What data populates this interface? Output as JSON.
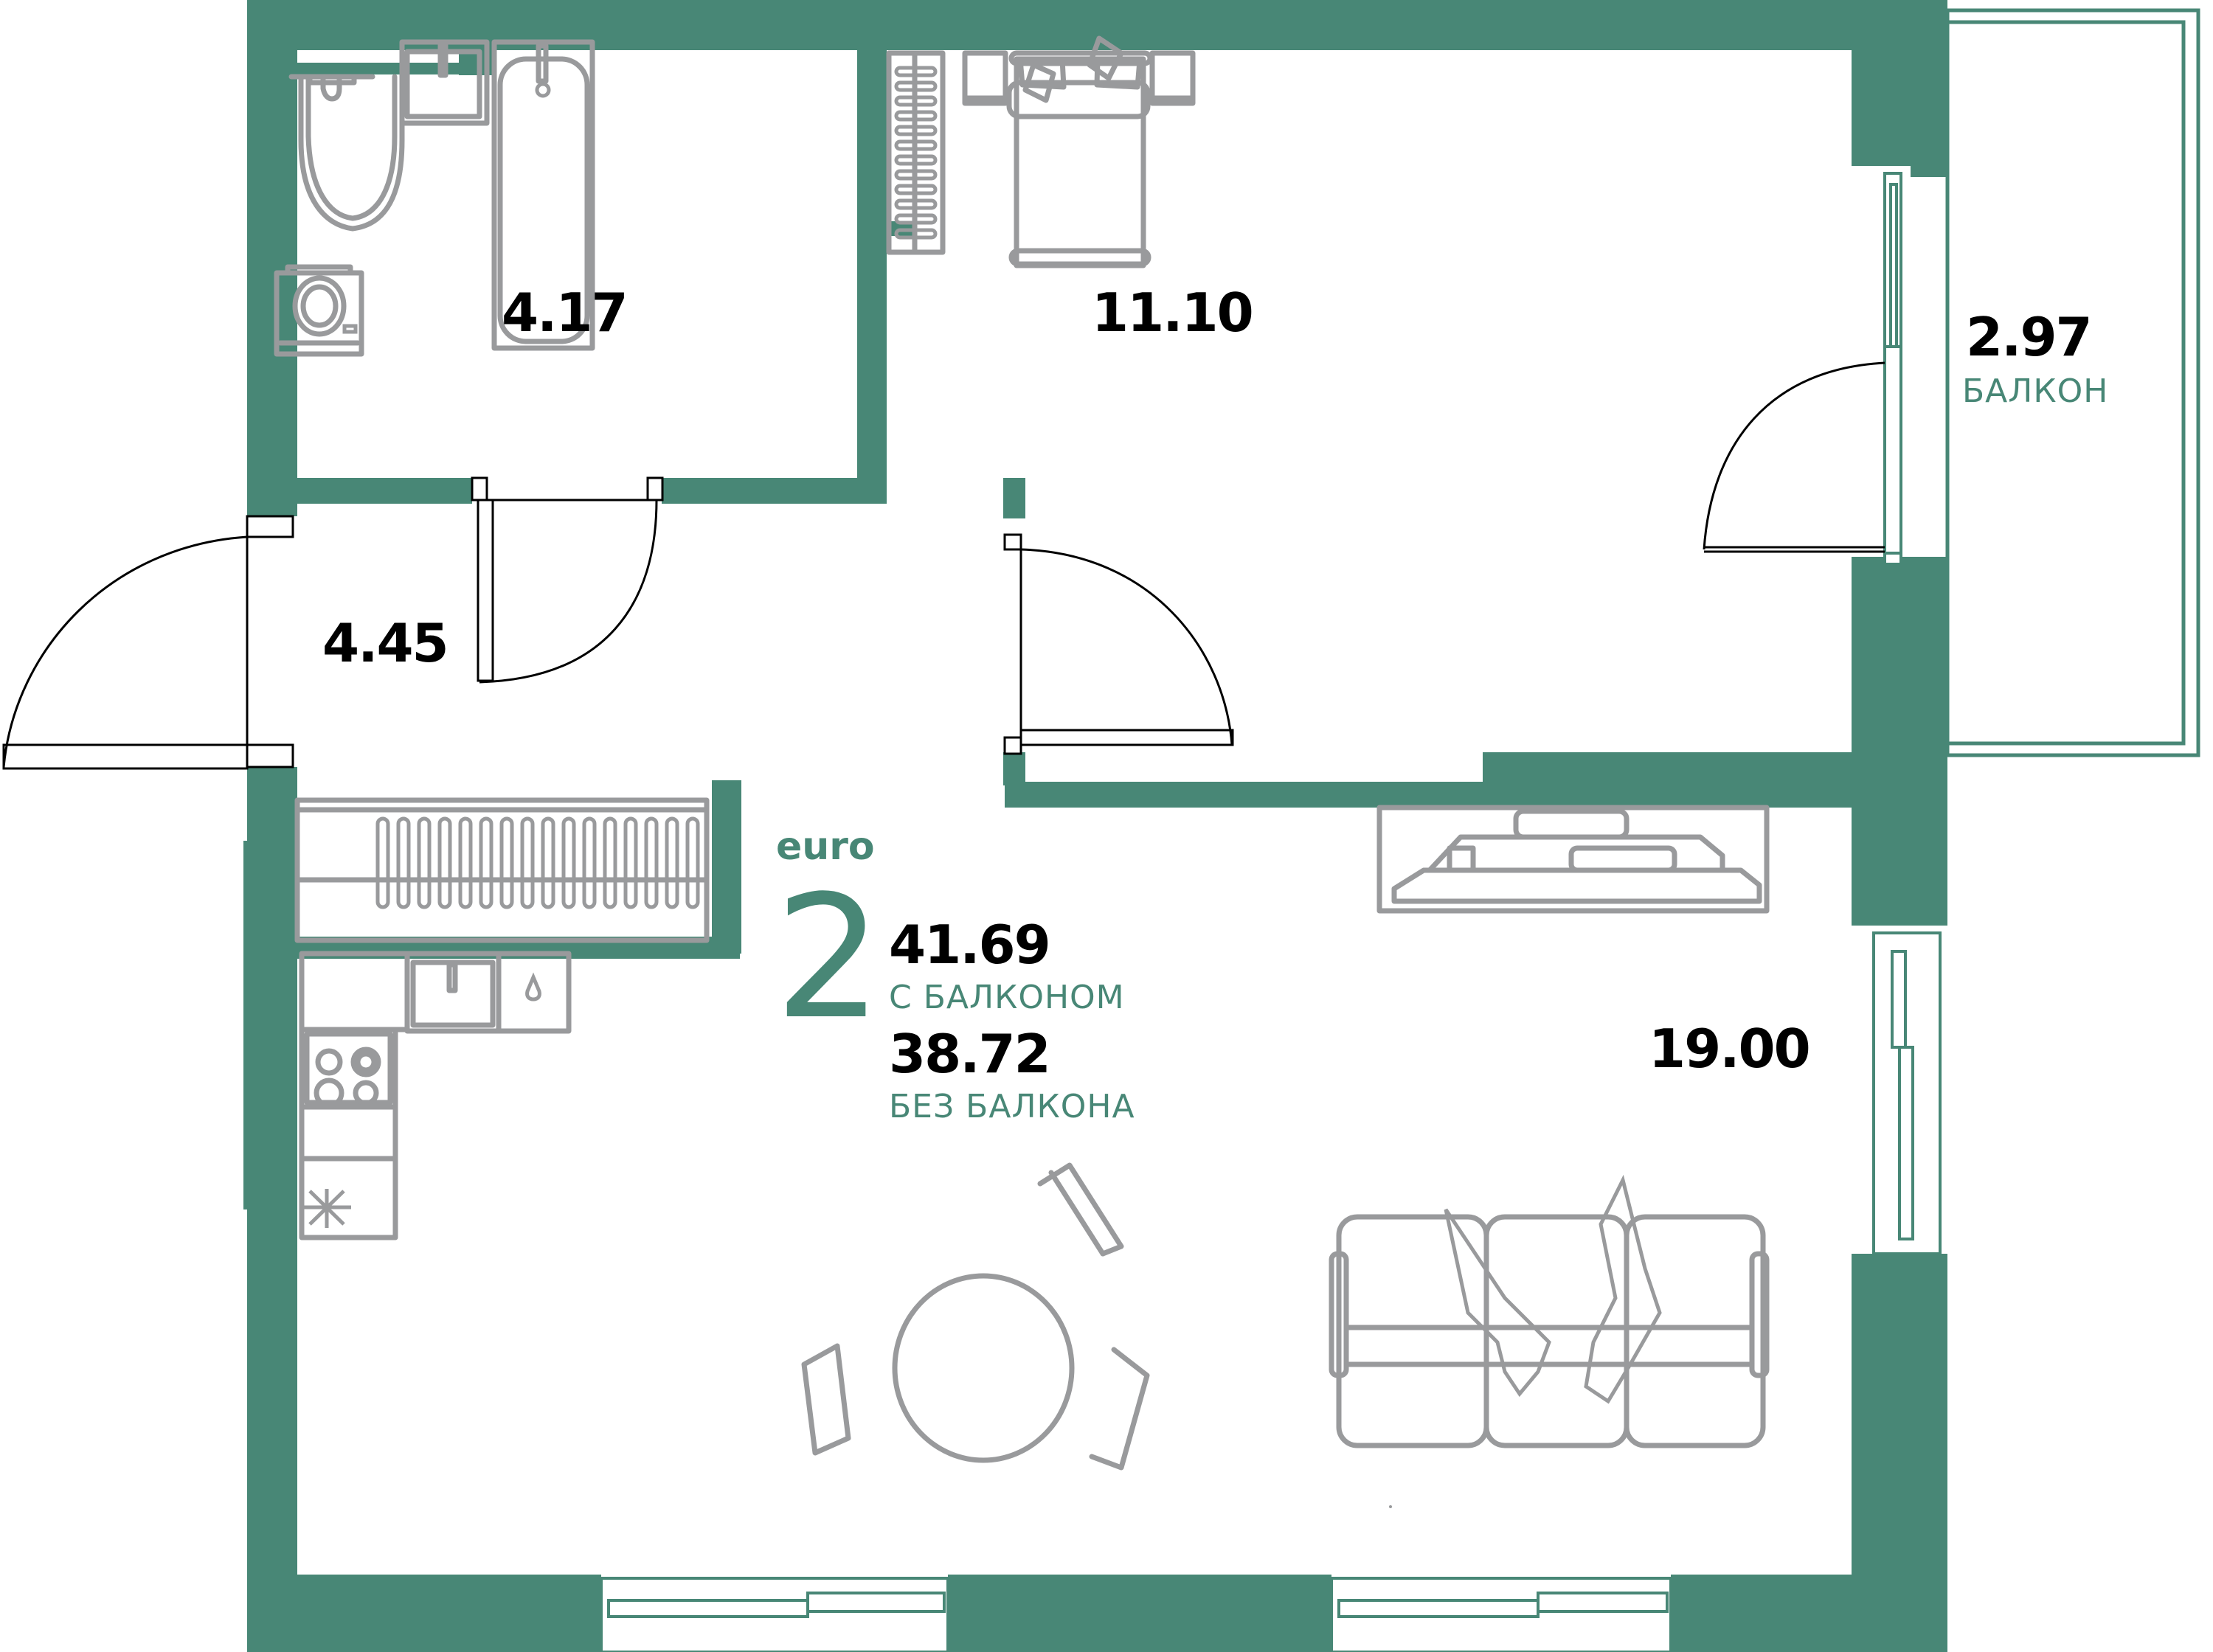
{
  "plan": {
    "type": "euro",
    "rooms_count": "2",
    "wall_color": "#488776",
    "furniture_color": "#999a9c"
  },
  "totals": {
    "with_balcony_area": "41.69",
    "with_balcony_caption": "С БАЛКОНОМ",
    "without_balcony_area": "38.72",
    "without_balcony_caption": "БЕЗ БАЛКОНА"
  },
  "rooms": [
    {
      "id": "bathroom",
      "area": "4.17"
    },
    {
      "id": "bedroom",
      "area": "11.10"
    },
    {
      "id": "hallway",
      "area": "4.45"
    },
    {
      "id": "living-kitchen",
      "area": "19.00"
    },
    {
      "id": "balcony",
      "area": "2.97",
      "name": "БАЛКОН"
    }
  ]
}
